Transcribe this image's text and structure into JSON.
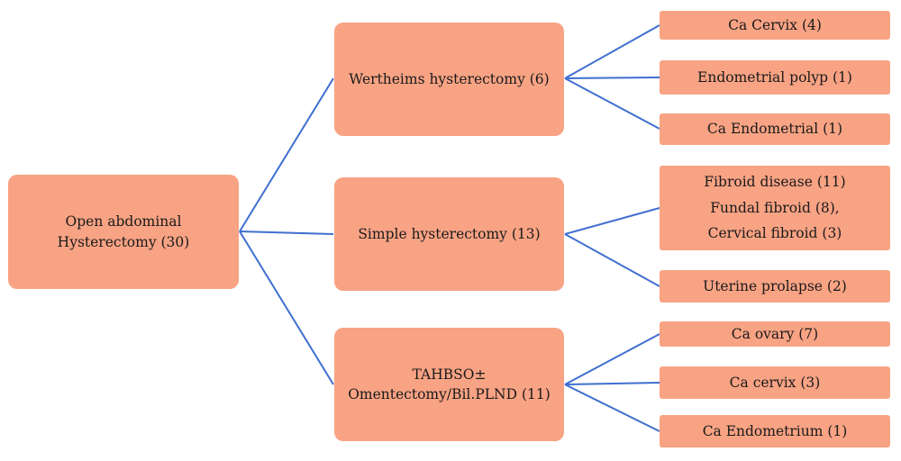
{
  "root": {
    "lines": [
      "Open abdominal",
      "Hysterectomy (30)"
    ]
  },
  "branches": [
    {
      "lines": [
        "Wertheims hysterectomy (6)"
      ],
      "leaves": [
        {
          "lines": [
            "Ca Cervix (4)"
          ]
        },
        {
          "lines": [
            "Endometrial polyp (1)"
          ]
        },
        {
          "lines": [
            "Ca Endometrial (1)"
          ]
        }
      ]
    },
    {
      "lines": [
        "Simple hysterectomy (13)"
      ],
      "leaves": [
        {
          "lines": [
            "Fibroid disease (11)",
            "Fundal fibroid (8),",
            "Cervical fibroid (3)"
          ]
        },
        {
          "lines": [
            "Uterine prolapse (2)"
          ]
        }
      ]
    },
    {
      "lines": [
        "TAHBSO±",
        "Omentectomy/Bil.PLND (11)"
      ],
      "leaves": [
        {
          "lines": [
            "Ca ovary (7)"
          ]
        },
        {
          "lines": [
            "Ca cervix (3)"
          ]
        },
        {
          "lines": [
            "Ca Endometrium (1)"
          ]
        }
      ]
    }
  ],
  "colors": {
    "box_fill": "#f8a384",
    "connector": "#3f6fd0"
  }
}
